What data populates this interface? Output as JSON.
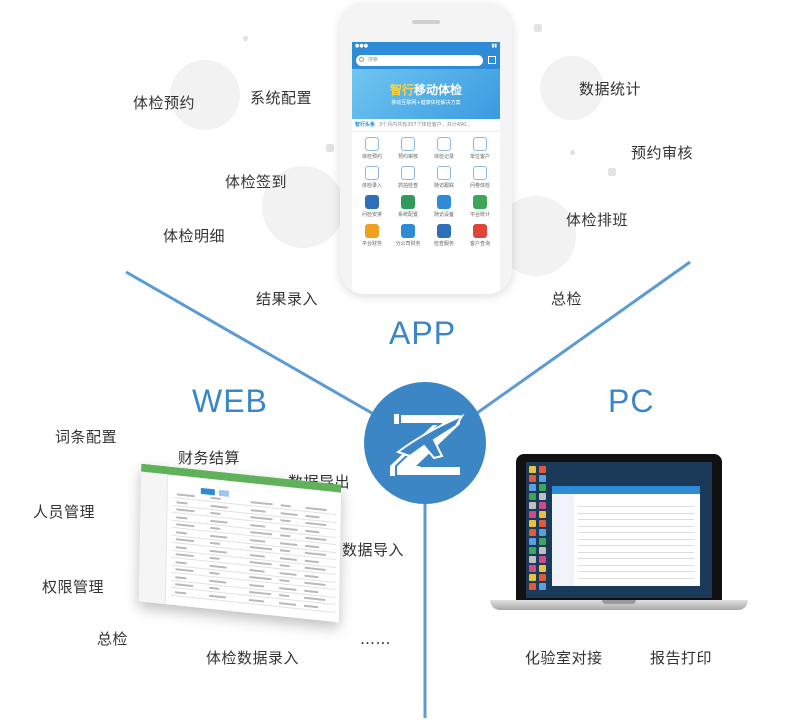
{
  "center_logo_icon": "z-airplane-logo-icon",
  "platforms": {
    "app": "APP",
    "web": "WEB",
    "pc": "PC"
  },
  "app_features": {
    "booking": "体检预约",
    "system_config": "系统配置",
    "data_stats": "数据统计",
    "booking_review": "预约审核",
    "checkin": "体检签到",
    "scheduling": "体检排班",
    "details": "体检明细",
    "result_entry": "结果录入",
    "general_exam": "总检"
  },
  "web_features": {
    "term_config": "词条配置",
    "finance": "财务结算",
    "data_export": "数据导出",
    "staff_mgmt": "人员管理",
    "data_import": "数据导入",
    "permission_mgmt": "权限管理",
    "general_exam": "总检",
    "exam_data_entry": "体检数据录入",
    "ellipsis": "……"
  },
  "pc_features": {
    "lab_interface": "化验室对接",
    "report_print": "报告打印"
  },
  "phone": {
    "search_placeholder": "搜索",
    "banner_title_a": "智行",
    "banner_title_b": "移动体检",
    "banner_subtitle": "移动互联网+健康体检解决方案",
    "notice_tag": "智行头条",
    "notice_text": "3个月内共有307个体检客户，共计490...",
    "grid_items": [
      {
        "label": "体检预约",
        "color": "#8cb8e0",
        "style": "outline"
      },
      {
        "label": "预约审核",
        "color": "#8cb8e0",
        "style": "outline"
      },
      {
        "label": "体检记录",
        "color": "#8cb8e0",
        "style": "outline"
      },
      {
        "label": "单位客户",
        "color": "#8cb8e0",
        "style": "outline"
      },
      {
        "label": "体检录入",
        "color": "#8cb8e0",
        "style": "outline"
      },
      {
        "label": "抓拍检查",
        "color": "#8cb8e0",
        "style": "outline"
      },
      {
        "label": "随访跟踪",
        "color": "#8cb8e0",
        "style": "outline"
      },
      {
        "label": "问卷体检",
        "color": "#8cb8e0",
        "style": "outline"
      },
      {
        "label": "问检安排",
        "color": "#2d6fb8",
        "style": "fill"
      },
      {
        "label": "系统配置",
        "color": "#2f9a5a",
        "style": "fill"
      },
      {
        "label": "随访设备",
        "color": "#2e8bd8",
        "style": "fill"
      },
      {
        "label": "平台统计",
        "color": "#3fa55a",
        "style": "fill"
      },
      {
        "label": "平台财务",
        "color": "#f0a020",
        "style": "fill"
      },
      {
        "label": "分公司财务",
        "color": "#2e8bd8",
        "style": "fill"
      },
      {
        "label": "检查服务",
        "color": "#2d6fb8",
        "style": "fill"
      },
      {
        "label": "客户查询",
        "color": "#e0453a",
        "style": "fill"
      }
    ]
  },
  "colors": {
    "accent": "#3a86c8",
    "line": "#5b9bd5"
  }
}
